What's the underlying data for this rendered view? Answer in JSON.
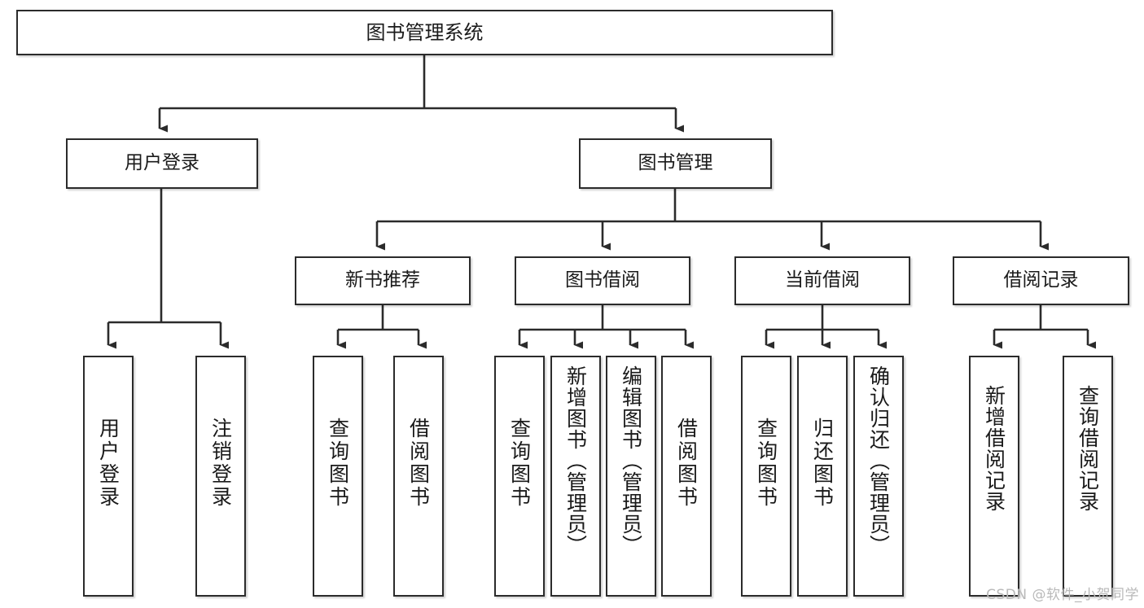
{
  "diagram": {
    "title": "图书管理系统",
    "type": "tree",
    "watermark": "CSDN @软件_小贺同学",
    "colors": {
      "box_border": "#2b2b2b",
      "box_fill": "#ffffff",
      "connector": "#2b2b2b",
      "text": "#1a1a1a",
      "watermark": "#b9b9b9",
      "background": "#ffffff"
    },
    "nodes": {
      "root": {
        "label": "图书管理系统",
        "level": 1
      },
      "user_login": {
        "label": "用户登录",
        "level": 2
      },
      "book_manage": {
        "label": "图书管理",
        "level": 2
      },
      "new_book_rec": {
        "label": "新书推荐",
        "level": 3
      },
      "book_borrow": {
        "label": "图书借阅",
        "level": 3
      },
      "current_borrow": {
        "label": "当前借阅",
        "level": 3
      },
      "borrow_record": {
        "label": "借阅记录",
        "level": 3
      },
      "leaf_user_login": {
        "label": "用户登录",
        "level": 4
      },
      "leaf_logout": {
        "label": "注销登录",
        "level": 4
      },
      "leaf_query_book_1": {
        "label": "查询图书",
        "level": 4
      },
      "leaf_borrow_book_1": {
        "label": "借阅图书",
        "level": 4
      },
      "leaf_query_book_2": {
        "label": "查询图书",
        "level": 4
      },
      "leaf_add_book": {
        "label": "新增图书（管理员）",
        "level": 4
      },
      "leaf_edit_book": {
        "label": "编辑图书（管理员）",
        "level": 4
      },
      "leaf_borrow_book_2": {
        "label": "借阅图书",
        "level": 4
      },
      "leaf_query_book_3": {
        "label": "查询图书",
        "level": 4
      },
      "leaf_return_book": {
        "label": "归还图书",
        "level": 4
      },
      "leaf_confirm_return": {
        "label": "确认归还（管理员）",
        "level": 4
      },
      "leaf_add_record": {
        "label": "新增借阅记录",
        "level": 4
      },
      "leaf_query_record": {
        "label": "查询借阅记录",
        "level": 4
      }
    },
    "edges": [
      {
        "from": "root",
        "to": "user_login"
      },
      {
        "from": "root",
        "to": "book_manage"
      },
      {
        "from": "user_login",
        "to": "leaf_user_login"
      },
      {
        "from": "user_login",
        "to": "leaf_logout"
      },
      {
        "from": "book_manage",
        "to": "new_book_rec"
      },
      {
        "from": "book_manage",
        "to": "book_borrow"
      },
      {
        "from": "book_manage",
        "to": "current_borrow"
      },
      {
        "from": "book_manage",
        "to": "borrow_record"
      },
      {
        "from": "new_book_rec",
        "to": "leaf_query_book_1"
      },
      {
        "from": "new_book_rec",
        "to": "leaf_borrow_book_1"
      },
      {
        "from": "book_borrow",
        "to": "leaf_query_book_2"
      },
      {
        "from": "book_borrow",
        "to": "leaf_add_book"
      },
      {
        "from": "book_borrow",
        "to": "leaf_edit_book"
      },
      {
        "from": "book_borrow",
        "to": "leaf_borrow_book_2"
      },
      {
        "from": "current_borrow",
        "to": "leaf_query_book_3"
      },
      {
        "from": "current_borrow",
        "to": "leaf_return_book"
      },
      {
        "from": "current_borrow",
        "to": "leaf_confirm_return"
      },
      {
        "from": "borrow_record",
        "to": "leaf_add_record"
      },
      {
        "from": "borrow_record",
        "to": "leaf_query_record"
      }
    ]
  }
}
